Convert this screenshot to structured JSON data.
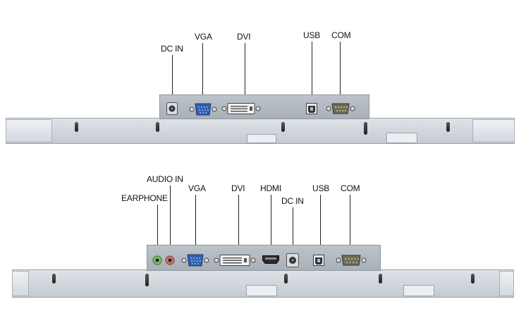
{
  "top_panel": {
    "labels": {
      "dc_in": "DC IN",
      "vga": "VGA",
      "dvi": "DVI",
      "usb": "USB",
      "com": "COM"
    }
  },
  "bottom_panel": {
    "labels": {
      "audio_in": "AUDIO IN",
      "earphone": "EARPHONE",
      "vga": "VGA",
      "dvi": "DVI",
      "hdmi": "HDMI",
      "dc_in": "DC IN",
      "usb": "USB",
      "com": "COM"
    }
  },
  "colors": {
    "vga_port": "#2f5fb0",
    "earphone_jack": "#7cbf6a",
    "audio_in_jack": "#c9786b",
    "chassis": "#c4cad1"
  }
}
